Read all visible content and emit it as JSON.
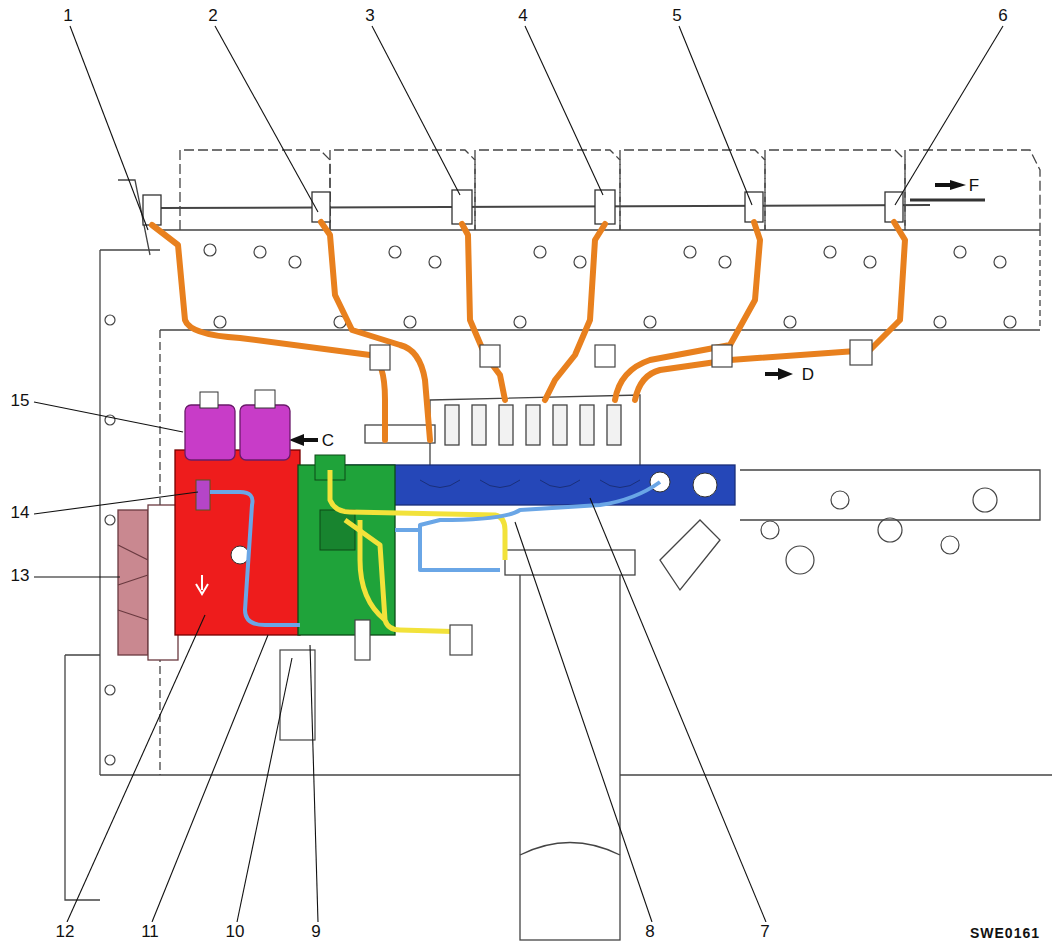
{
  "diagram": {
    "labels": [
      "1",
      "2",
      "3",
      "4",
      "5",
      "6",
      "F",
      "D",
      "15",
      "C",
      "14",
      "13",
      "12",
      "11",
      "10",
      "9",
      "8",
      "7",
      "SWE0161"
    ]
  }
}
